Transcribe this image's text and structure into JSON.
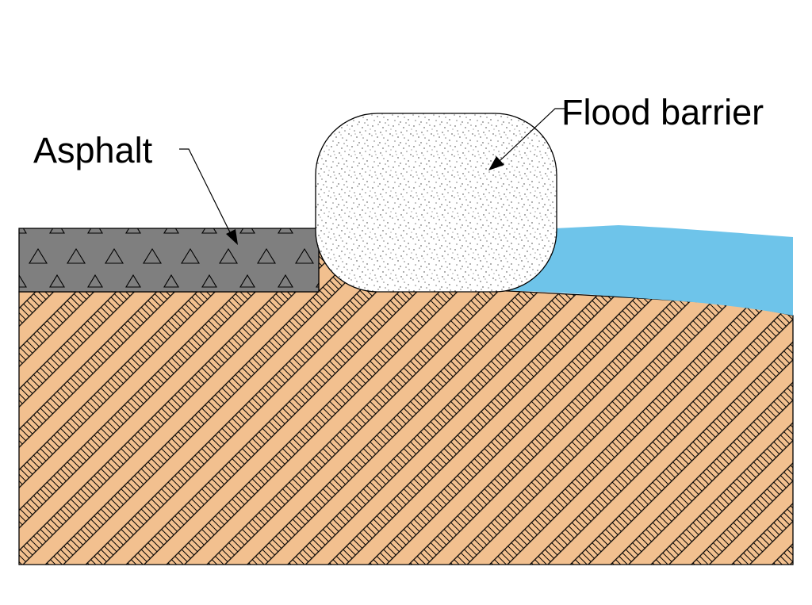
{
  "labels": {
    "asphalt": "Asphalt",
    "flood_barrier": "Flood barrier"
  },
  "colors": {
    "soil_fill": "#F2C08F",
    "soil_hatch": "#000000",
    "asphalt_fill": "#7F7F7F",
    "water_fill": "#6EC4EA",
    "barrier_fill": "#FFFFFF",
    "outline": "#000000"
  },
  "materials": {
    "soil": "earth-hatch",
    "asphalt": "triangle-aggregate",
    "barrier": "stipple"
  }
}
